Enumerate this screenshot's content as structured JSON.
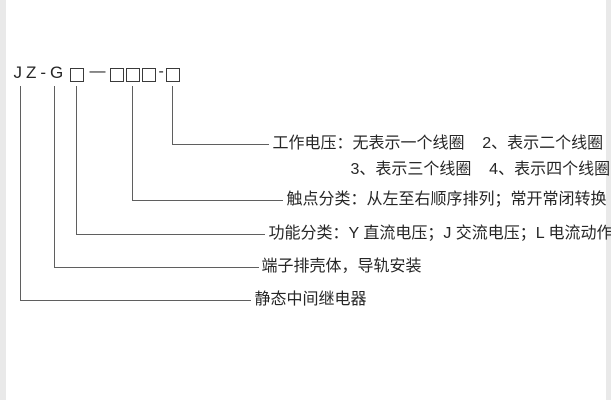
{
  "colors": {
    "bg": "#ffffff",
    "line": "#5f5f5f",
    "text": "#262626",
    "box-border": "#3a3a3a"
  },
  "model_code": {
    "full_code": "JZ-G□—□□□-□",
    "prefix": "JZ-G",
    "separator_long": "—",
    "separator_short": "-"
  },
  "annotations": [
    {
      "name": "working-voltage",
      "text": "工作电压：无表示一个线圈    2、表示二个线圈",
      "text2": "3、表示三个线圈    4、表示四个线圈"
    },
    {
      "name": "contact-classification",
      "text": "触点分类：从左至右顺序排列；常开常闭转换"
    },
    {
      "name": "function-classification",
      "text": "功能分类：Y 直流电压；J 交流电压；L 电流动作"
    },
    {
      "name": "housing",
      "text": "端子排壳体，导轨安装"
    },
    {
      "name": "relay-type",
      "text": "静态中间继电器"
    }
  ]
}
